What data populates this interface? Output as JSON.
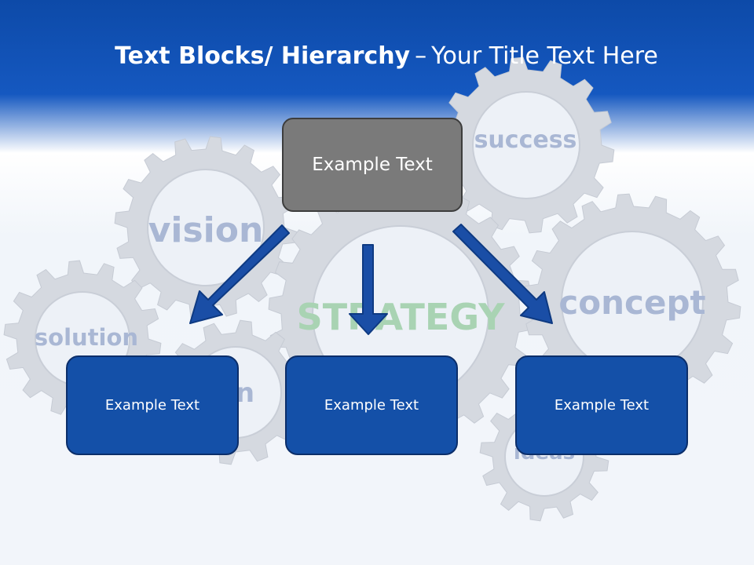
{
  "title": {
    "bold": "Text Blocks/ Hierarchy",
    "separator": "–",
    "rest": "Your Title Text Here"
  },
  "diagram": {
    "top": {
      "label": "Example Text"
    },
    "children": [
      {
        "label": "Example Text"
      },
      {
        "label": "Example Text"
      },
      {
        "label": "Example Text"
      }
    ]
  },
  "background_gears": {
    "words": [
      "success",
      "vision",
      "solution",
      "STRATEGY",
      "concept",
      "n",
      "ideas"
    ]
  },
  "colors": {
    "header_blue": "#1558c0",
    "top_box": "#7a7a7a",
    "child_box": "#1450a8",
    "arrow": "#1a4ea6",
    "gear": "#d5d9e0",
    "gear_word": "#a9b7d4",
    "strategy_word": "#a9d3b3"
  }
}
